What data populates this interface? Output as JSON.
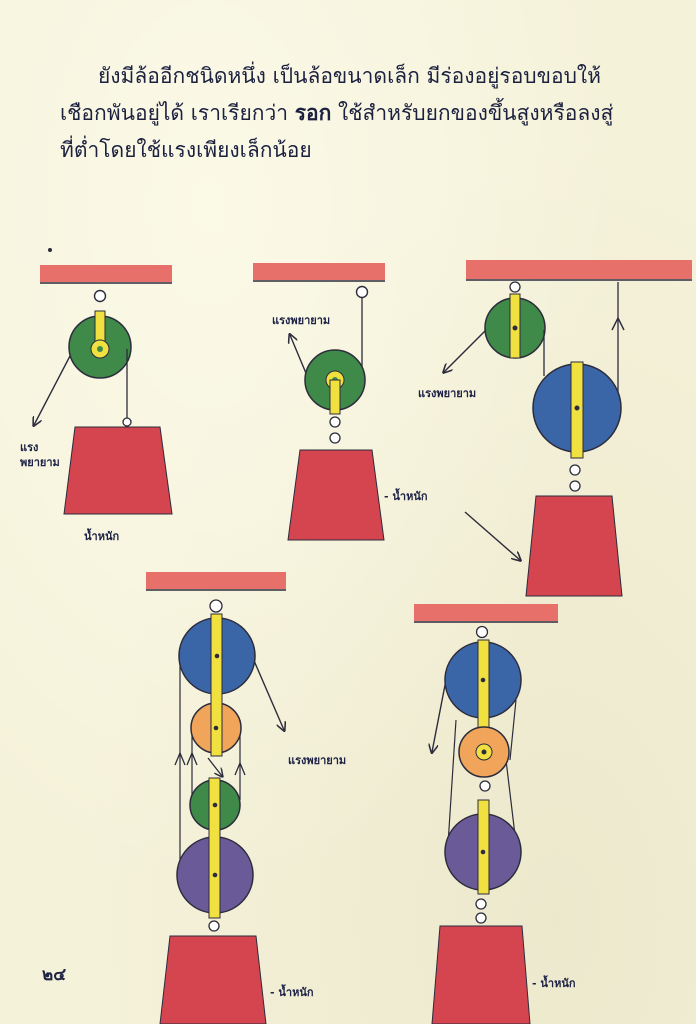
{
  "paragraph": {
    "line1": "ยังมีล้ออีกชนิดหนึ่ง เป็นล้อขนาดเล็ก มีร่องอยู่รอบขอบให้",
    "line2_a": "เชือกพันอยู่ได้ เราเรียกว่า ",
    "line2_bold": "รอก",
    "line2_b": " ใช้สำหรับยกของขึ้นสูงหรือลงสู่",
    "line3": "ที่ต่ำโดยใช้แรงเพียงเล็กน้อย"
  },
  "labels": {
    "effort": "แรงพยายาม",
    "effort_line1": "แรง",
    "effort_line2": "พยายาม",
    "weight": "น้ำหนัก",
    "weight_dash": "- น้ำหนัก"
  },
  "page_number": "๒๔",
  "colors": {
    "beam": "#e8706a",
    "weight": "#d5454f",
    "green_pulley": "#3f8a48",
    "blue_pulley": "#3a66a8",
    "orange_pulley": "#f0a55a",
    "purple_pulley": "#6a5a98",
    "strap": "#f0e040",
    "rope": "#2c2c3c"
  }
}
